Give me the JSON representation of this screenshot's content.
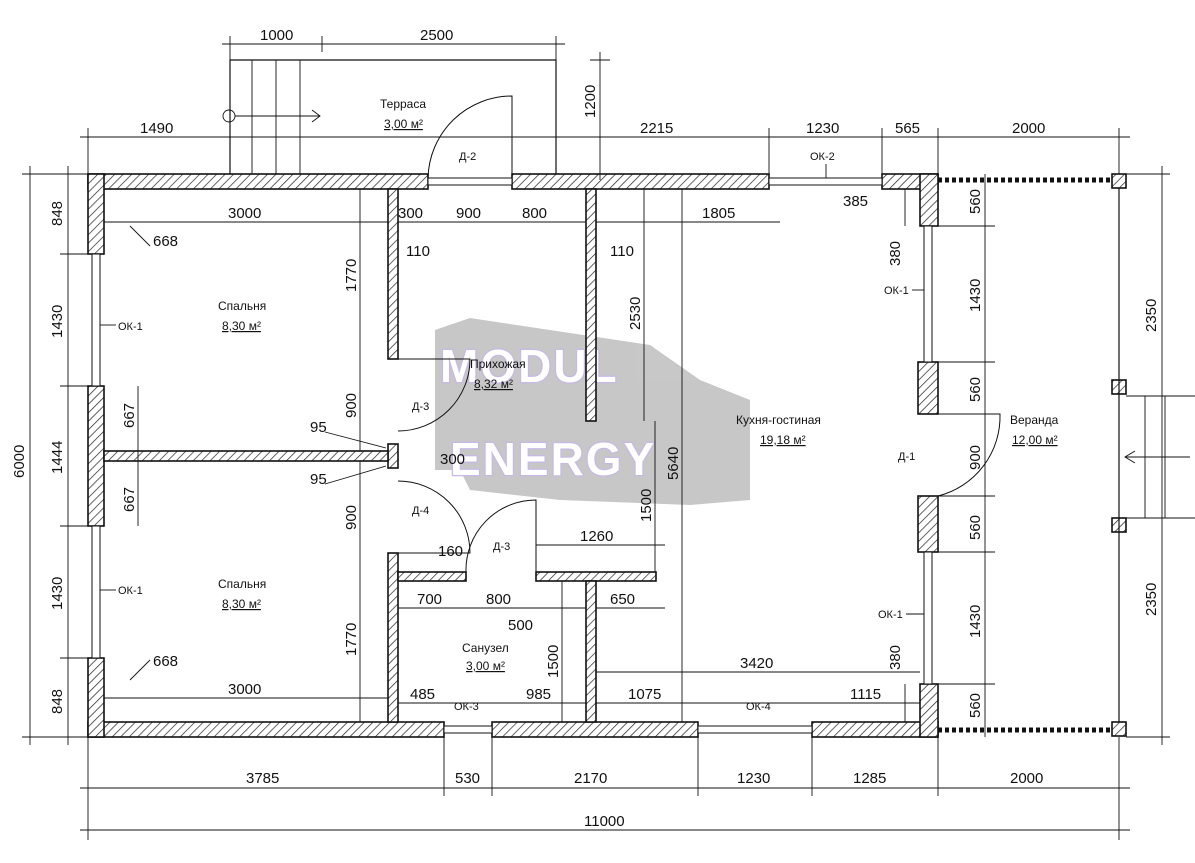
{
  "rooms": [
    {
      "name": "Терраса",
      "area": "3,00 м²"
    },
    {
      "name": "Спальня",
      "area": "8,30 м²"
    },
    {
      "name": "Прихожая",
      "area": "8,32 м²"
    },
    {
      "name": "Кухня-гостиная",
      "area": "19,18 м²"
    },
    {
      "name": "Веранда",
      "area": "12,00 м²"
    },
    {
      "name": "Спальня",
      "area": "8,30 м²"
    },
    {
      "name": "Санузел",
      "area": "3,00 м²"
    }
  ],
  "marks": {
    "ok1": "ОК-1",
    "ok2": "ОК-2",
    "ok3": "ОК-3",
    "ok4": "ОК-4",
    "d1": "Д-1",
    "d2": "Д-2",
    "d3": "Д-3",
    "d4": "Д-4"
  },
  "dims": {
    "top": [
      "1000",
      "2500",
      "1490",
      "1200",
      "2215",
      "1230",
      "565",
      "2000"
    ],
    "bottom": [
      "3785",
      "530",
      "2170",
      "1230",
      "1285",
      "2000",
      "11000"
    ],
    "left": [
      "848",
      "1430",
      "1444",
      "1430",
      "848",
      "6000"
    ],
    "right": [
      "2350",
      "2350"
    ],
    "veranda": [
      "560",
      "1430",
      "560",
      "900",
      "560",
      "1430",
      "560"
    ],
    "kitchen_side": [
      "380",
      "385",
      "380"
    ],
    "inner": [
      "3000",
      "668",
      "1770",
      "900",
      "95",
      "667",
      "667",
      "95",
      "900",
      "1770",
      "668",
      "3000",
      "300",
      "900",
      "800",
      "110",
      "110",
      "1805",
      "2530",
      "300",
      "5640",
      "1500",
      "160",
      "1260",
      "700",
      "800",
      "650",
      "500",
      "1500",
      "485",
      "985",
      "1075",
      "3420",
      "1115"
    ]
  },
  "watermark": {
    "line1": "MODUL",
    "line2": "ENERGY"
  },
  "colors": {
    "ink": "#111111",
    "watermark": "#9a7fd1",
    "paper": "#ffffff"
  }
}
